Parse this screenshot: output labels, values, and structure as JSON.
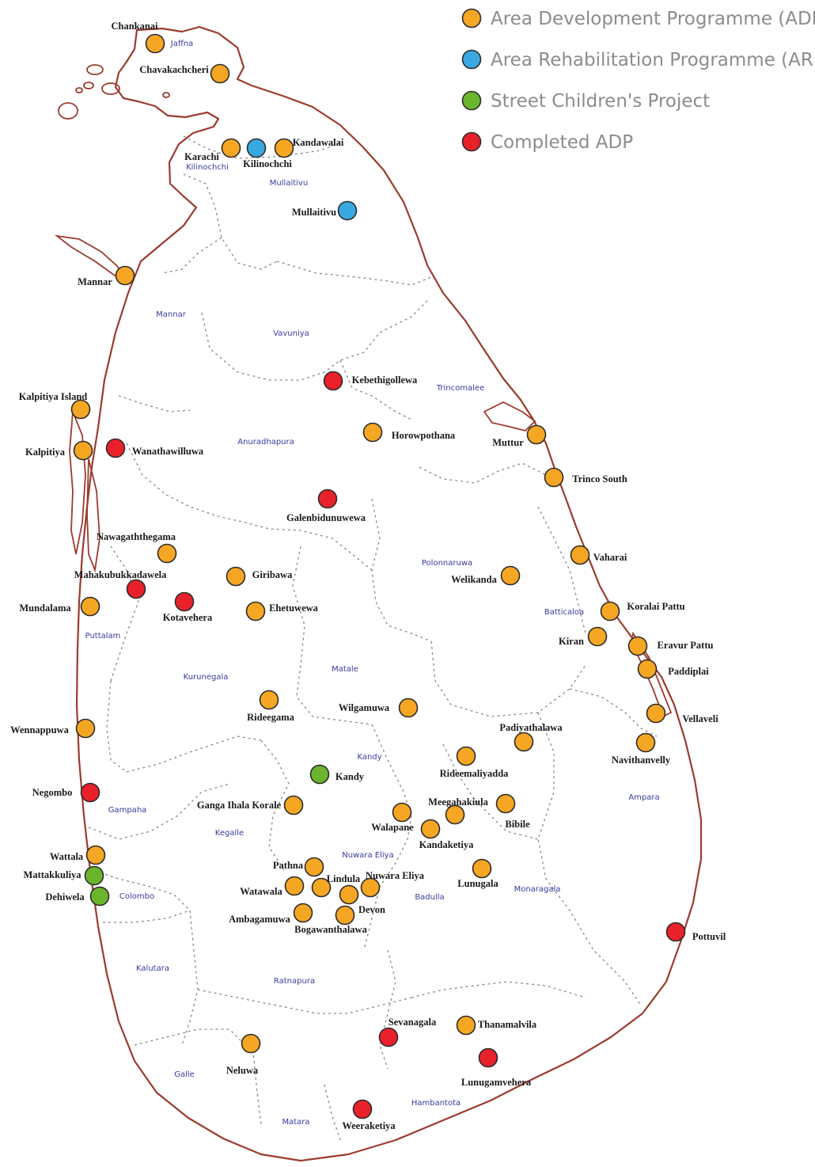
{
  "colors": {
    "adp": "#f5a623",
    "arp": "#3aa8e0",
    "street": "#6bb52e",
    "completed": "#e8212a",
    "coast": "#9c3b2e"
  },
  "legend": [
    {
      "key": "adp",
      "label": "Area Development Programme (ADP)"
    },
    {
      "key": "arp",
      "label": "Area Rehabilitation Programme (ARP)"
    },
    {
      "key": "street",
      "label": "Street Children's Project"
    },
    {
      "key": "completed",
      "label": "Completed ADP"
    }
  ],
  "districts": [
    "Jaffna",
    "Kilinochchi",
    "Mullaitivu",
    "Mannar",
    "Vavuniya",
    "Trincomalee",
    "Anuradhapura",
    "Polonnaruwa",
    "Batticaloa",
    "Puttalam",
    "Kurunegala",
    "Matale",
    "Kandy",
    "Ampara",
    "Gampaha",
    "Kegalle",
    "Nuwara Eliya",
    "Colombo",
    "Badulla",
    "Monaragala",
    "Kalutara",
    "Ratnapura",
    "Galle",
    "Hambantota",
    "Matara"
  ],
  "locations": [
    {
      "name": "Chankanai",
      "type": "adp"
    },
    {
      "name": "Chavakachcheri",
      "type": "adp"
    },
    {
      "name": "Karachi",
      "type": "adp"
    },
    {
      "name": "Kilinochchi",
      "type": "arp"
    },
    {
      "name": "Kandawalai",
      "type": "adp"
    },
    {
      "name": "Mullaitivu",
      "type": "arp"
    },
    {
      "name": "Mannar",
      "type": "adp"
    },
    {
      "name": "Kebethigollewa",
      "type": "completed"
    },
    {
      "name": "Kalpitiya Island",
      "type": "adp"
    },
    {
      "name": "Kalpitiya",
      "type": "adp"
    },
    {
      "name": "Wanathawilluwa",
      "type": "completed"
    },
    {
      "name": "Horowpothana",
      "type": "adp"
    },
    {
      "name": "Muttur",
      "type": "adp"
    },
    {
      "name": "Trinco South",
      "type": "adp"
    },
    {
      "name": "Galenbidunuwewa",
      "type": "completed"
    },
    {
      "name": "Nawagaththegama",
      "type": "adp"
    },
    {
      "name": "Mahakubukkadawela",
      "type": "completed"
    },
    {
      "name": "Giribawa",
      "type": "adp"
    },
    {
      "name": "Vaharai",
      "type": "adp"
    },
    {
      "name": "Welikanda",
      "type": "adp"
    },
    {
      "name": "Mundalama",
      "type": "adp"
    },
    {
      "name": "Kotavehera",
      "type": "completed"
    },
    {
      "name": "Ehetuwewa",
      "type": "adp"
    },
    {
      "name": "Koralai Pattu",
      "type": "adp"
    },
    {
      "name": "Kiran",
      "type": "adp"
    },
    {
      "name": "Eravur Pattu",
      "type": "adp"
    },
    {
      "name": "Paddiplai",
      "type": "adp"
    },
    {
      "name": "Rideegama",
      "type": "adp"
    },
    {
      "name": "Wilgamuwa",
      "type": "adp"
    },
    {
      "name": "Vellaveli",
      "type": "adp"
    },
    {
      "name": "Wennappuwa",
      "type": "adp"
    },
    {
      "name": "Padiyathalawa",
      "type": "adp"
    },
    {
      "name": "Navithanvelly",
      "type": "adp"
    },
    {
      "name": "Rideemaliyadda",
      "type": "adp"
    },
    {
      "name": "Kandy",
      "type": "street"
    },
    {
      "name": "Negombo",
      "type": "completed"
    },
    {
      "name": "Meegahakiula",
      "type": "adp"
    },
    {
      "name": "Bibile",
      "type": "adp"
    },
    {
      "name": "Ganga Ihala Korale",
      "type": "adp"
    },
    {
      "name": "Walapane",
      "type": "adp"
    },
    {
      "name": "Kandaketiya",
      "type": "adp"
    },
    {
      "name": "Wattala",
      "type": "adp"
    },
    {
      "name": "Mattakkuliya",
      "type": "street"
    },
    {
      "name": "Dehiwela",
      "type": "street"
    },
    {
      "name": "Pathna",
      "type": "adp"
    },
    {
      "name": "Lindula",
      "type": "adp"
    },
    {
      "name": "Nuwara Eliya",
      "type": "adp"
    },
    {
      "name": "Lunugala",
      "type": "adp"
    },
    {
      "name": "Watawala",
      "type": "adp"
    },
    {
      "name": "Devon",
      "type": "adp"
    },
    {
      "name": "Ambagamuwa",
      "type": "adp"
    },
    {
      "name": "Bogawanthalawa",
      "type": "adp"
    },
    {
      "name": "Pottuvil",
      "type": "completed"
    },
    {
      "name": "Sevanagala",
      "type": "completed"
    },
    {
      "name": "Thanamalvila",
      "type": "adp"
    },
    {
      "name": "Neluwa",
      "type": "adp"
    },
    {
      "name": "Lunugamvehera",
      "type": "completed"
    },
    {
      "name": "Weeraketiya",
      "type": "completed"
    }
  ]
}
